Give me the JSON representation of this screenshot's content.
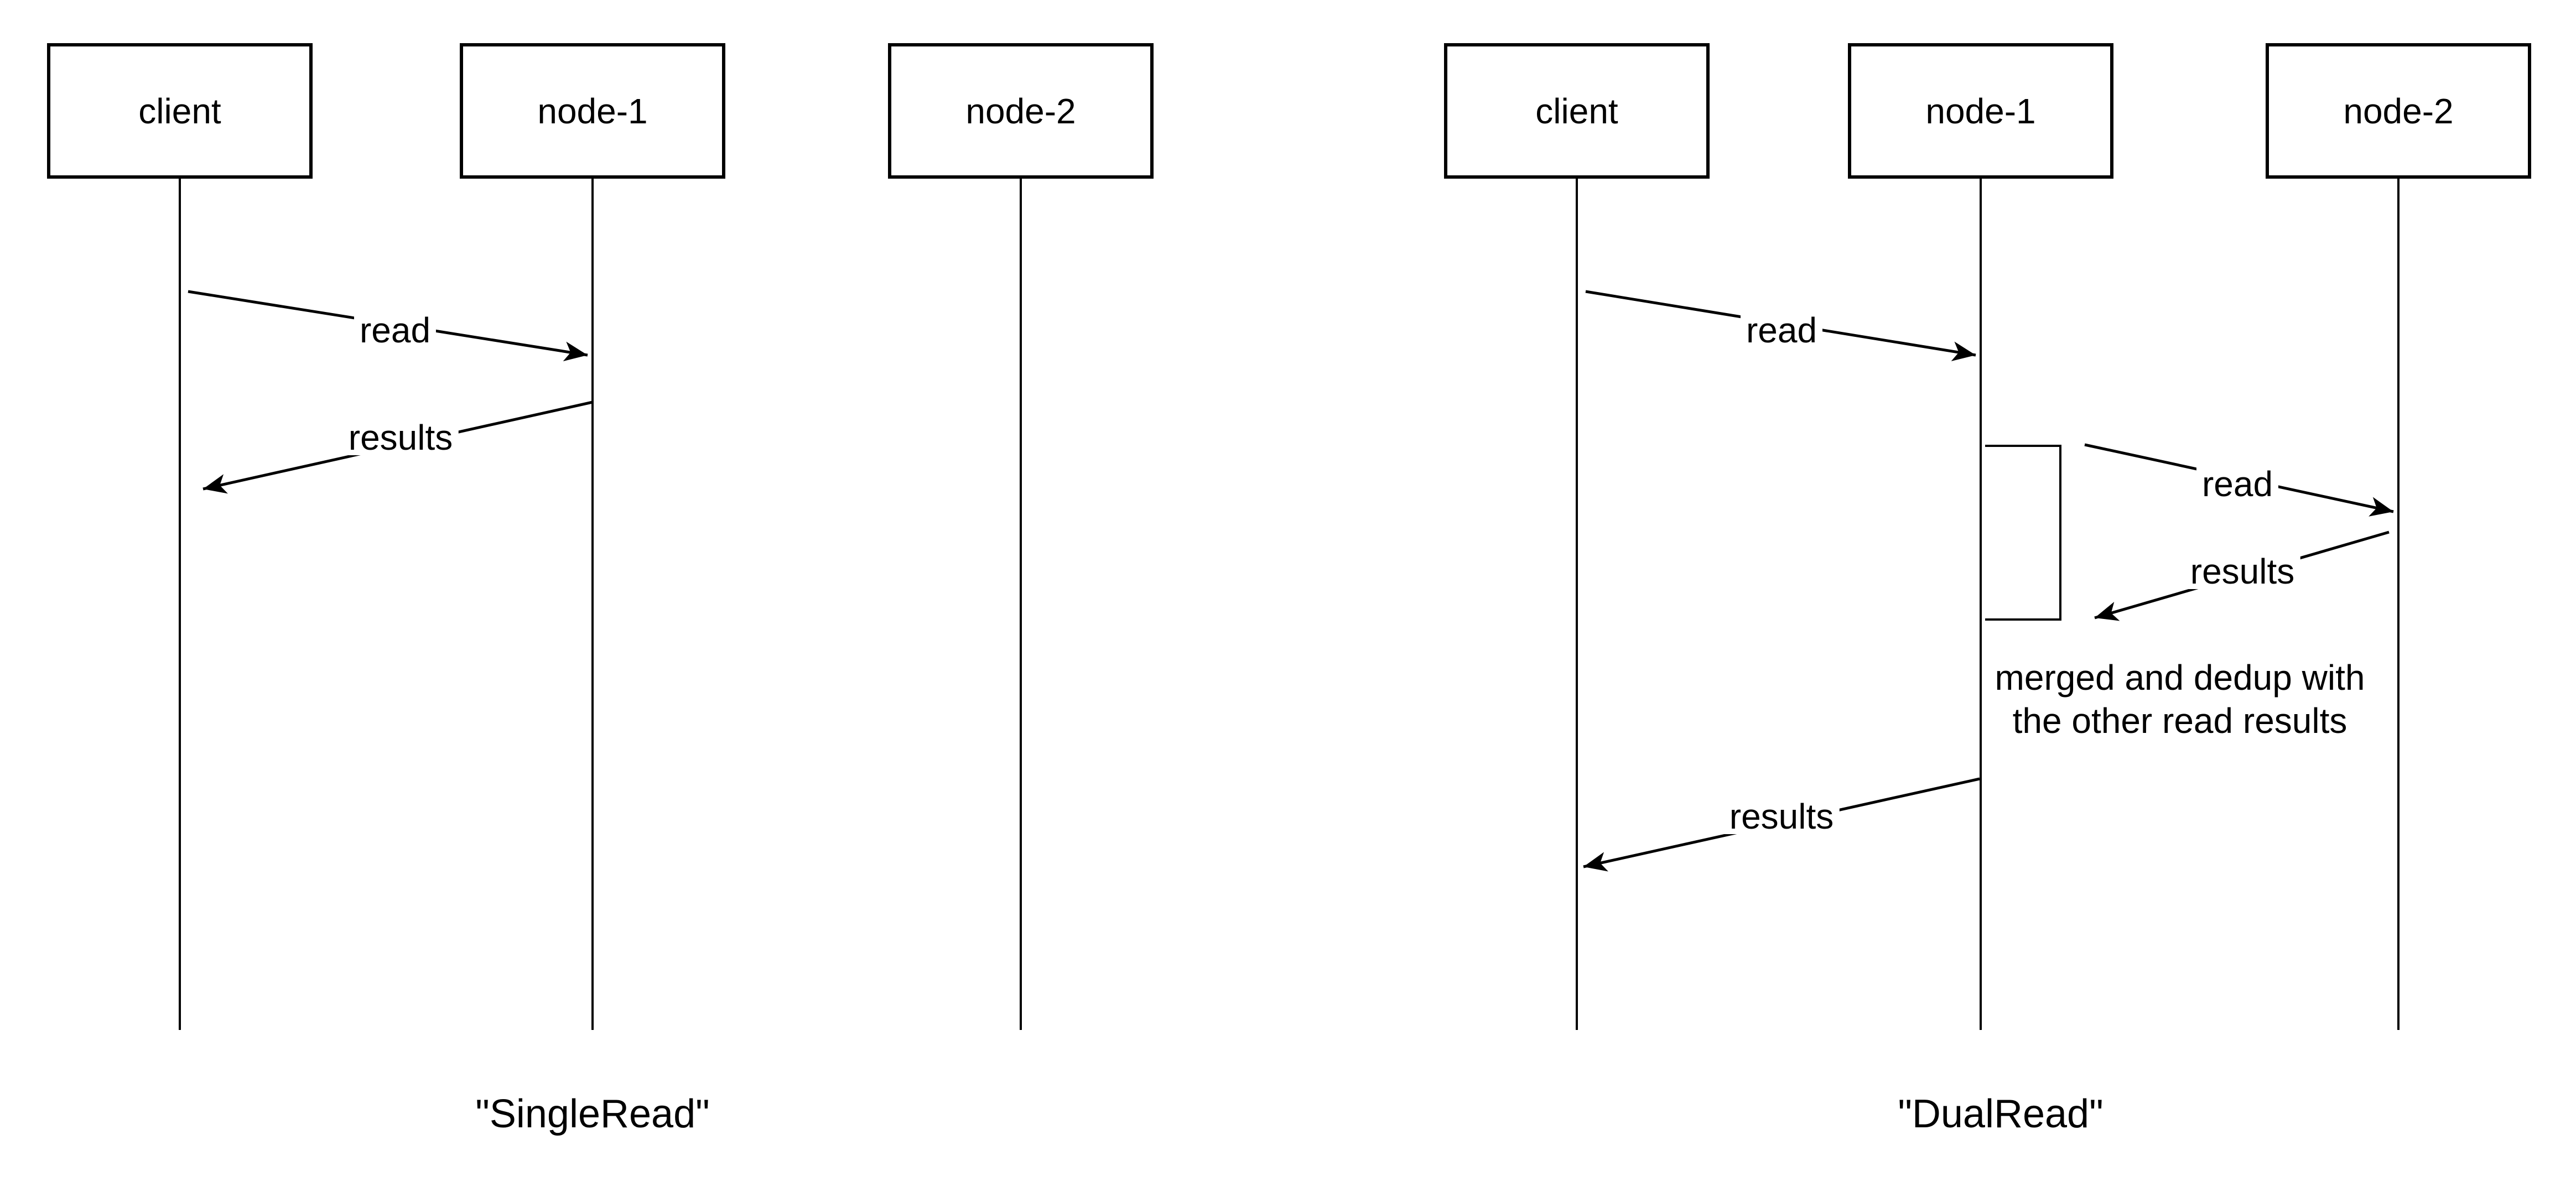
{
  "colors": {
    "ink": "#000000",
    "paper": "#ffffff"
  },
  "panels": {
    "single": {
      "caption": "\"SingleRead\"",
      "actors": {
        "client": "client",
        "node1": "node-1",
        "node2": "node-2"
      },
      "messages": {
        "read_client_to_node1": "read",
        "results_node1_to_client": "results"
      }
    },
    "dual": {
      "caption": "\"DualRead\"",
      "actors": {
        "client": "client",
        "node1": "node-1",
        "node2": "node-2"
      },
      "messages": {
        "read_client_to_node1": "read",
        "read_node1_to_node2": "read",
        "results_node2_to_node1": "results",
        "results_node1_to_client": "results"
      },
      "note": {
        "line1": "merged and dedup with",
        "line2": "the other read results"
      }
    }
  }
}
